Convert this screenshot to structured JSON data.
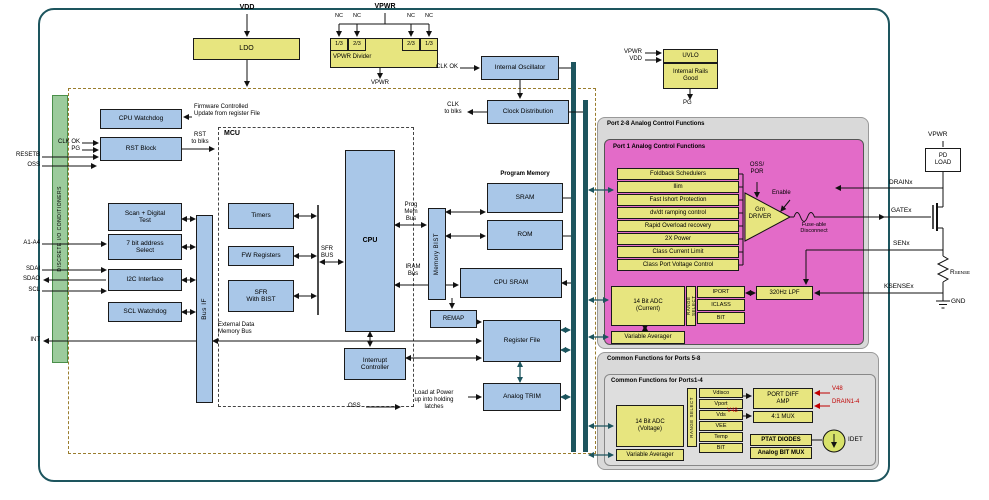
{
  "colors": {
    "blue": "#A9C7E8",
    "yellow": "#E7E57F",
    "green": "#9CCB9C",
    "pink": "#E36BC8",
    "gray": "#D9D9D9",
    "teal": "#1D555E",
    "red": "#C00000"
  },
  "top": {
    "vdd": "VDD",
    "ldo": "LDO",
    "vpwr": "VPWR",
    "nc": "NC",
    "frac_13": "1/3",
    "frac_23": "2/3",
    "divider": "VPWR Divider",
    "vpwr_out": "VPWR",
    "clk_ok": "CLK OK",
    "internal_oscillator": "Internal Oscillator",
    "clock_distribution": "Clock Distribution",
    "clk_to_blks": "CLK\nto blks",
    "uvlo": "UVLO",
    "uvlo_vpwr": "VPWR",
    "uvlo_vdd": "VDD",
    "rails_good": "Internal Rails\nGood",
    "pg": "PG"
  },
  "left": {
    "io_cond": "DISCRETE I/O CONDITIONERS",
    "cpu_watchdog": "CPU Watchdog",
    "fw_note": "Firmware Controlled\nUpdate from register File",
    "clk_ok": "CLK OK",
    "pg": "PG",
    "resetb": "RESETB",
    "oss": "OSS",
    "rst_block": "RST Block",
    "rst_to_blks": "RST\nto blks",
    "scan_test": "Scan + Digital\nTest",
    "addr_select": "7 bit address\nSelect",
    "a1a4": "A1-A4",
    "i2c": "I2C Interface",
    "sdai": "SDAI",
    "sdao": "SDAO",
    "scl": "SCL",
    "scl_watchdog": "SCL Watchdog",
    "int": "INT",
    "bus_if": "Bus IF"
  },
  "mcu": {
    "title": "MCU",
    "timers": "Timers",
    "fw_registers": "FW Registers",
    "sfr_bist": "SFR\nWith BIST",
    "cpu": "CPU",
    "sfr_bus": "SFR\nBUS",
    "prog_mem_bus": "Prog\nMem\nBus",
    "iram_bus": "IRAM\nBus",
    "ext_bus": "External Data\nMemory Bus",
    "interrupt": "Interrupt\nController"
  },
  "mem": {
    "memory_bist": "Memory BIST",
    "program_memory": "Program Memory",
    "sram": "SRAM",
    "rom": "ROM",
    "cpu_sram": "CPU SRAM",
    "remap": "REMAP",
    "register_file": "Register File",
    "analog_trim": "Analog TRIM",
    "oss": "OSS",
    "load_note": "Load at Power\nup into holding\nlatches"
  },
  "port": {
    "outer_title": "Port 2-8 Analog Control Functions",
    "inner_title": "Port 1 Analog Control Functions",
    "stack": [
      "Foldback Schedulers",
      "Ilim",
      "Fast Ishort Protection",
      "dv/dt ramping control",
      "Rapid Overload recovery",
      "2X Power",
      "Class Current Limit",
      "Class Port Voltage Control"
    ],
    "oss_por": "OSS/\nPOR",
    "enable": "Enable",
    "gm_driver": "Gm\nDRIVER",
    "fuse": "Fuse-able\nDisconnect",
    "adc_current": "14 Bit ADC\n(Current)",
    "range_select": "RANGE SELECT",
    "iport": "IPORT",
    "iclass": "ICLASS",
    "bit": "BIT",
    "lpf": "320Hz LPF",
    "variable_averager": "Variable Averager"
  },
  "pins": {
    "drainx": "DRAINx",
    "gatex": "GATEx",
    "senx": "SENx",
    "ksensex": "KSENSEx",
    "vpwr": "VPWR",
    "pd_load": "PD\nLOAD",
    "r": "R",
    "r_sub": "SENSE",
    "gnd": "GND"
  },
  "common": {
    "title58": "Common Functions for Ports 5-8",
    "title14": "Common Functions for Ports1-4",
    "adc_voltage": "14 Bit ADC\n(Voltage)",
    "range_select": "RANGE SELECT",
    "variable_averager": "Variable Averager",
    "cells": [
      "Vdisco",
      "Vport",
      "Vds",
      "VEE",
      "Temp",
      "BIT"
    ],
    "port_diff_amp": "PORT DIFF\nAMP",
    "mux": "4:1 MUX",
    "v48": "V48",
    "drain14": "DRAIN1-4",
    "v48b": "V48",
    "ptat": "PTAT DIODES",
    "analog_bit_mux": "Analog BIT MUX",
    "idet": "IDET"
  }
}
